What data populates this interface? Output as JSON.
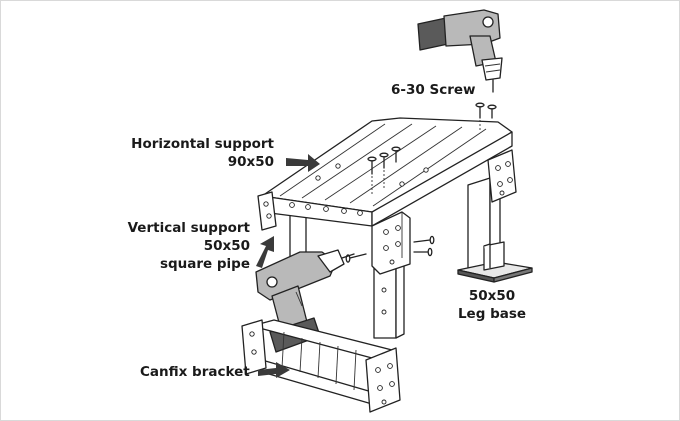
{
  "labels": {
    "screw": "6-30 Screw",
    "horizontal_line1": "Horizontal support",
    "horizontal_line2": "90x50",
    "vertical_line1": "Vertical support",
    "vertical_line2": "50x50",
    "vertical_line3": "square pipe",
    "leg_base_line1": "50x50",
    "leg_base_line2": "Leg base",
    "canfix": "Canfix bracket"
  },
  "colors": {
    "line": "#222222",
    "drill_body": "#b9b9b9",
    "drill_dark": "#5a5a5a",
    "arrow": "#3a3a3a"
  }
}
